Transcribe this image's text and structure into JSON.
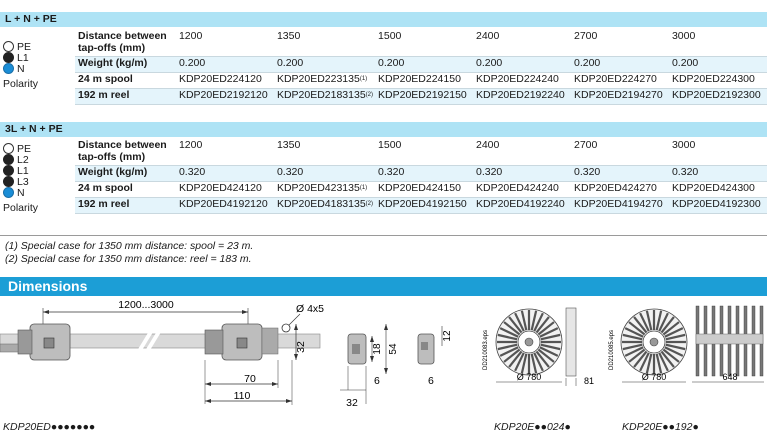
{
  "section1": {
    "title": "L + N + PE",
    "wires": [
      {
        "label": "PE",
        "style": "empty"
      },
      {
        "label": "L1",
        "style": "black"
      },
      {
        "label": "N",
        "style": "blue"
      }
    ],
    "polarity_label": "Polarity",
    "rows": [
      {
        "label": "Distance between tap-offs (mm)",
        "values": [
          "1200",
          "1350",
          "1500",
          "2400",
          "2700",
          "3000"
        ]
      },
      {
        "label": "Weight (kg/m)",
        "values": [
          "0.200",
          "0.200",
          "0.200",
          "0.200",
          "0.200",
          "0.200"
        ]
      },
      {
        "label": "24 m spool",
        "values": [
          "KDP20ED224120",
          "KDP20ED223135",
          "KDP20ED224150",
          "KDP20ED224240",
          "KDP20ED224270",
          "KDP20ED224300"
        ],
        "note_index": 1,
        "note": "(1)"
      },
      {
        "label": "192 m reel",
        "values": [
          "KDP20ED2192120",
          "KDP20ED2183135",
          "KDP20ED2192150",
          "KDP20ED2192240",
          "KDP20ED2194270",
          "KDP20ED2192300"
        ],
        "note_index": 1,
        "note": "(2)"
      }
    ]
  },
  "section2": {
    "title": "3L + N + PE",
    "wires": [
      {
        "label": "PE",
        "style": "empty"
      },
      {
        "label": "L2",
        "style": "black"
      },
      {
        "label": "L1",
        "style": "black"
      },
      {
        "label": "L3",
        "style": "black"
      },
      {
        "label": "N",
        "style": "blue"
      }
    ],
    "polarity_label": "Polarity",
    "rows": [
      {
        "label": "Distance between tap-offs (mm)",
        "values": [
          "1200",
          "1350",
          "1500",
          "2400",
          "2700",
          "3000"
        ]
      },
      {
        "label": "Weight (kg/m)",
        "values": [
          "0.320",
          "0.320",
          "0.320",
          "0.320",
          "0.320",
          "0.320"
        ]
      },
      {
        "label": "24 m spool",
        "values": [
          "KDP20ED424120",
          "KDP20ED423135",
          "KDP20ED424150",
          "KDP20ED424240",
          "KDP20ED424270",
          "KDP20ED424300"
        ],
        "note_index": 1,
        "note": "(1)"
      },
      {
        "label": "192 m reel",
        "values": [
          "KDP20ED4192120",
          "KDP20ED4183135",
          "KDP20ED4192150",
          "KDP20ED4192240",
          "KDP20ED4194270",
          "KDP20ED4192300"
        ],
        "note_index": 1,
        "note": "(2)"
      }
    ]
  },
  "notes": [
    {
      "ref": "(1)",
      "text": " Special case for 1350 mm distance: spool = 23 m."
    },
    {
      "ref": "(2)",
      "text": " Special case for 1350 mm distance: reel = 183 m."
    }
  ],
  "dimensions": {
    "title": "Dimensions",
    "drawing1": {
      "span": "1200...3000",
      "hole": "Ø 4x5",
      "h32": "32",
      "w70": "70",
      "w110": "110",
      "caption": "KDP20ED●●●●●●●"
    },
    "drawing2": {
      "h12": "12",
      "h18": "18",
      "h54": "54",
      "w6a": "6",
      "w32": "32",
      "w6b": "6"
    },
    "drawing3": {
      "code": "DD210083.eps",
      "dia": "Ø 780",
      "width": "81",
      "caption": "KDP20E●●024●"
    },
    "drawing4": {
      "code": "DD210085.eps",
      "dia": "Ø 780",
      "width": "648",
      "caption": "KDP20E●●192●"
    }
  }
}
